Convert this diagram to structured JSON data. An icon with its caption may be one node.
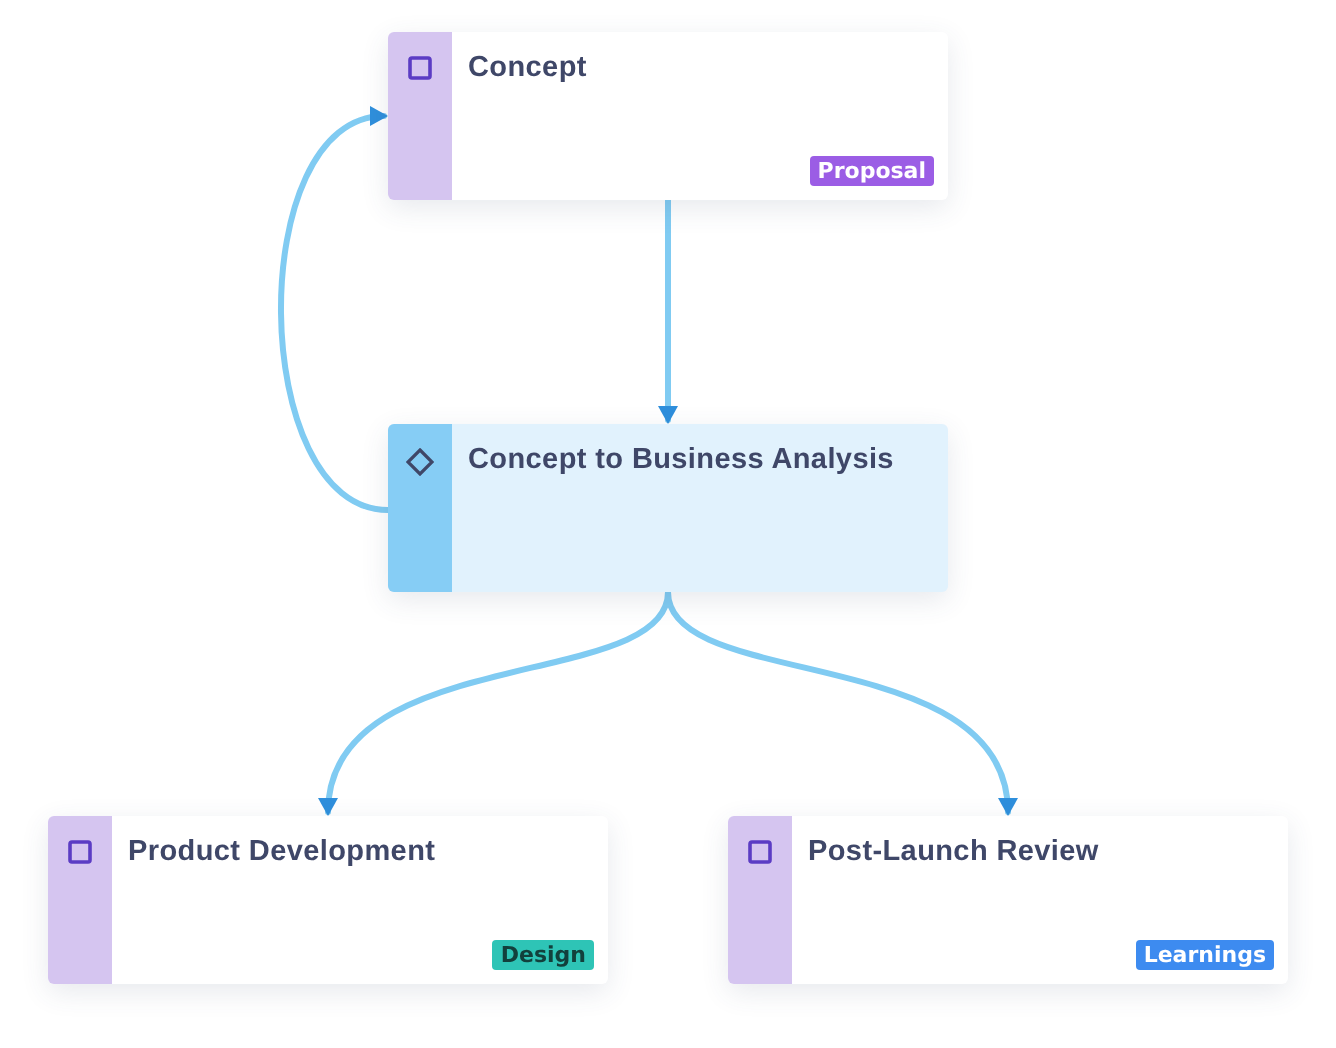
{
  "diagram": {
    "nodes": [
      {
        "text": [
          "Concept",
          "Proposal"
        ]
      },
      {
        "text": [
          "Concept to Business Analysis"
        ]
      },
      {
        "text": [
          "Product Development",
          "Design"
        ]
      },
      {
        "text": [
          "Post-Launch Review",
          "Learnings"
        ]
      }
    ],
    "edges": [
      {
        "from": 0,
        "to": 1,
        "arrow": "to"
      },
      {
        "from": 1,
        "to": 0,
        "arrow": "to"
      },
      {
        "from": 1,
        "to": 2,
        "arrow": "to"
      },
      {
        "from": 1,
        "to": 3,
        "arrow": "to"
      }
    ]
  }
}
